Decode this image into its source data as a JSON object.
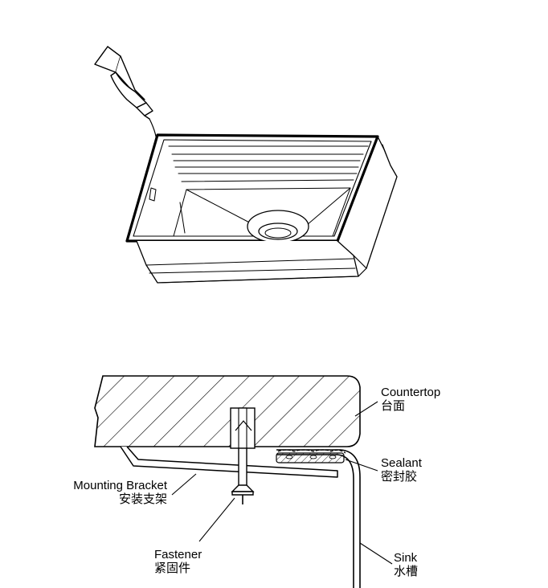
{
  "labels": {
    "countertop": {
      "en": "Countertop",
      "zh": "台面"
    },
    "sealant": {
      "en": "Sealant",
      "zh": "密封胶"
    },
    "mounting_bracket": {
      "en": "Mounting Bracket",
      "zh": "安装支架"
    },
    "fastener": {
      "en": "Fastener",
      "zh": "紧固件"
    },
    "sink": {
      "en": "Sink",
      "zh": "水槽"
    }
  }
}
